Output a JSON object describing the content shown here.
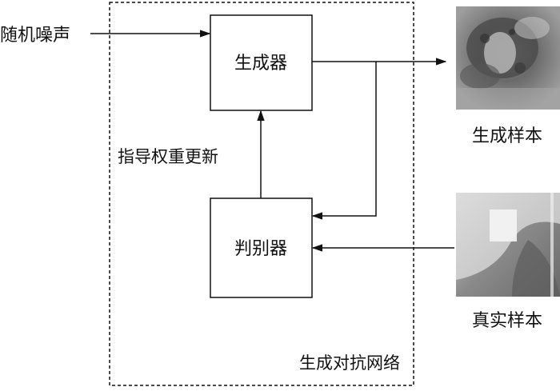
{
  "input_label": "随机噪声",
  "generator_label": "生成器",
  "discriminator_label": "判别器",
  "feedback_label": "指导权重更新",
  "gan_label": "生成对抗网络",
  "generated_sample_label": "生成样本",
  "real_sample_label": "真实样本",
  "colors": {
    "line": "#111111",
    "background": "#ffffff"
  }
}
